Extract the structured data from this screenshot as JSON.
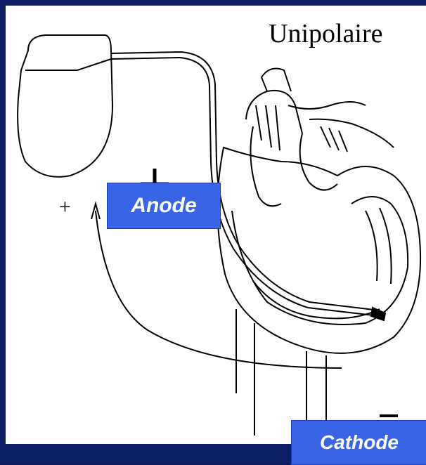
{
  "title": "Unipolaire",
  "labels": {
    "anode": "Anode",
    "cathode": "Cathode",
    "plus": "+"
  },
  "colors": {
    "background": "#0d1f66",
    "panel": "#ffffff",
    "label_box": "#3a64e6",
    "ink": "#000000"
  },
  "icons": [
    "pacemaker-generator-icon",
    "heart-icon",
    "lead-wire-icon",
    "current-arrow-icon"
  ]
}
